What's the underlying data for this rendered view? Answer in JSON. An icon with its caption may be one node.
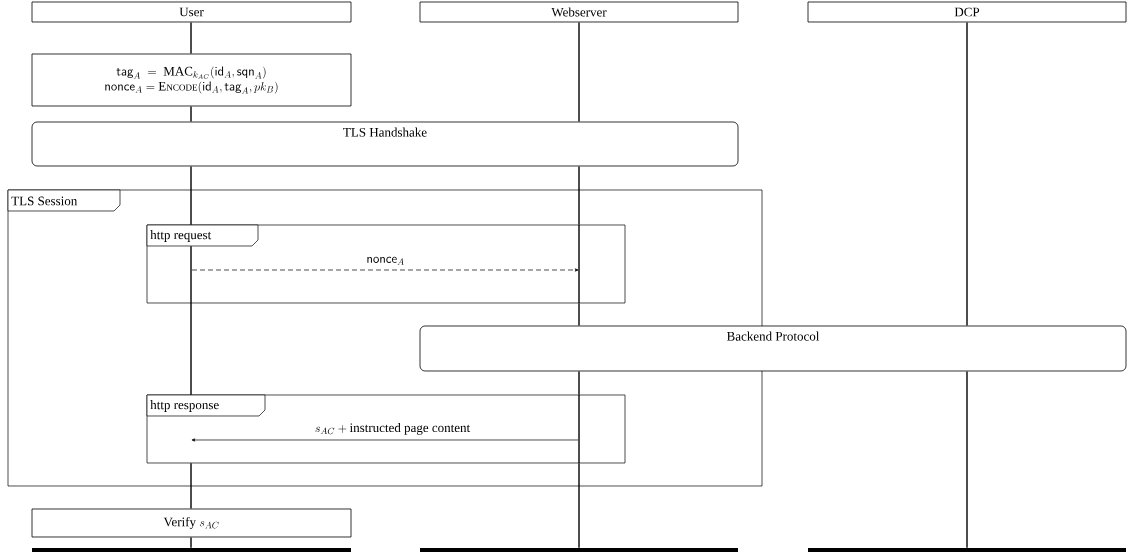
{
  "diagram": {
    "nodes": [
      {
        "text": [
          "User"
        ]
      },
      {
        "text": [
          "Webserver"
        ]
      },
      {
        "text": [
          "DCP"
        ]
      },
      {
        "text": [
          "\\mathsf{tag}_A \\;=\\; \\mathrm{MAC}_{k_{AC}}(\\mathsf{id}_A,\\mathsf{sqn}_A)",
          "\\mathsf{nonce}_A = \\mathrm{E}{\\scriptstyle\\mathrm{NCODE}}(\\mathsf{id}_A,\\mathsf{tag}_A,pk_B)"
        ]
      },
      {
        "text": [
          "TLS Handshake"
        ]
      },
      {
        "text": [
          "TLS Session"
        ]
      },
      {
        "text": [
          "http request"
        ],
        "in": 5
      },
      {
        "text": [
          "Backend Protocol"
        ]
      },
      {
        "text": [
          "http response"
        ],
        "in": 5
      },
      {
        "text": [
          "\\text{Verify } s_{AC}"
        ]
      },
      {
        "text": [],
        "shape": "bar"
      },
      {
        "text": [],
        "shape": "bar"
      },
      {
        "text": [],
        "shape": "bar"
      }
    ],
    "edges": [
      {
        "from": 0,
        "to": 3,
        "arrow": "none"
      },
      {
        "from": 3,
        "to": 4,
        "arrow": "none"
      },
      {
        "from": 4,
        "to": 6,
        "arrow": "none"
      },
      {
        "from": 6,
        "to": 8,
        "arrow": "none"
      },
      {
        "from": 8,
        "to": 9,
        "arrow": "none"
      },
      {
        "from": 9,
        "to": 10,
        "arrow": "none"
      },
      {
        "from": 1,
        "to": 4,
        "arrow": "none"
      },
      {
        "from": 4,
        "to": 6,
        "arrow": "none"
      },
      {
        "from": 6,
        "to": 7,
        "arrow": "none"
      },
      {
        "from": 7,
        "to": 8,
        "arrow": "none"
      },
      {
        "from": 8,
        "to": 11,
        "arrow": "none"
      },
      {
        "from": 2,
        "to": 7,
        "arrow": "none"
      },
      {
        "from": 7,
        "to": 12,
        "arrow": "none"
      },
      {
        "from": 6,
        "to": null,
        "arrow": "to",
        "style": "dashed",
        "label": "\\mathsf{nonce}_A"
      },
      {
        "from": 8,
        "to": null,
        "arrow": "to",
        "label": "s_{AC} + \\text{instructed page content}"
      }
    ]
  }
}
